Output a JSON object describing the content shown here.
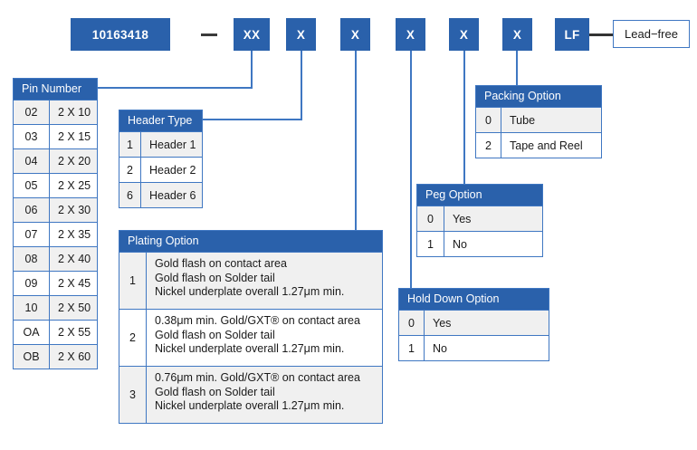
{
  "part_number": {
    "base": "10163418",
    "separator": "—",
    "segments": [
      "XX",
      "X",
      "X",
      "X",
      "X",
      "X"
    ],
    "suffix": "LF",
    "suffix_note": "Lead−free"
  },
  "colors": {
    "header_blue": "#2a61ab",
    "border_blue": "#3f77c2",
    "row_alt": "#f0f0f0",
    "row_plain": "#ffffff",
    "text_dark": "#1a1a1a",
    "line_dark": "#333333"
  },
  "tables": {
    "pin_number": {
      "title": "Pin Number",
      "rows": [
        {
          "code": "02",
          "value": "2 X 10"
        },
        {
          "code": "03",
          "value": "2 X 15"
        },
        {
          "code": "04",
          "value": "2 X 20"
        },
        {
          "code": "05",
          "value": "2 X 25"
        },
        {
          "code": "06",
          "value": "2 X 30"
        },
        {
          "code": "07",
          "value": "2 X 35"
        },
        {
          "code": "08",
          "value": "2 X 40"
        },
        {
          "code": "09",
          "value": "2 X 45"
        },
        {
          "code": "10",
          "value": "2 X 50"
        },
        {
          "code": "OA",
          "value": "2 X 55"
        },
        {
          "code": "OB",
          "value": "2 X 60"
        }
      ]
    },
    "header_type": {
      "title": "Header Type",
      "rows": [
        {
          "code": "1",
          "value": "Header 1"
        },
        {
          "code": "2",
          "value": "Header 2"
        },
        {
          "code": "6",
          "value": "Header 6"
        }
      ]
    },
    "plating_option": {
      "title": "Plating Option",
      "rows": [
        {
          "code": "1",
          "lines": [
            "Gold flash on contact area",
            "Gold flash on Solder tail",
            "Nickel underplate overall 1.27μm min."
          ]
        },
        {
          "code": "2",
          "lines": [
            "0.38μm min. Gold/GXT® on contact area",
            "Gold flash on Solder tail",
            "Nickel underplate overall 1.27μm min."
          ]
        },
        {
          "code": "3",
          "lines": [
            "0.76μm min. Gold/GXT® on contact area",
            "Gold flash on Solder tail",
            "Nickel underplate overall 1.27μm min."
          ]
        }
      ]
    },
    "hold_down_option": {
      "title": "Hold Down Option",
      "rows": [
        {
          "code": "0",
          "value": "Yes"
        },
        {
          "code": "1",
          "value": "No"
        }
      ]
    },
    "peg_option": {
      "title": "Peg Option",
      "rows": [
        {
          "code": "0",
          "value": "Yes"
        },
        {
          "code": "1",
          "value": "No"
        }
      ]
    },
    "packing_option": {
      "title": "Packing Option",
      "rows": [
        {
          "code": "0",
          "value": "Tube"
        },
        {
          "code": "2",
          "value": "Tape and Reel"
        }
      ]
    }
  }
}
